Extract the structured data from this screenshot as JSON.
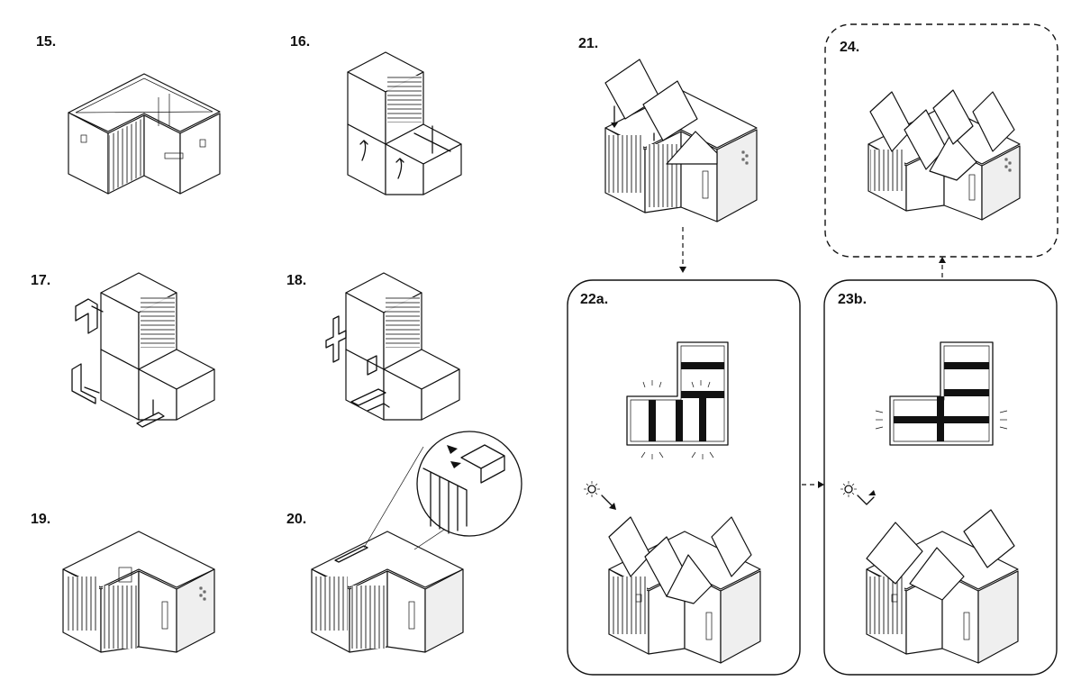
{
  "steps": {
    "s15": "15.",
    "s16": "16.",
    "s17": "17.",
    "s18": "18.",
    "s19": "19.",
    "s20": "20.",
    "s21": "21.",
    "s22a": "22a.",
    "s23b": "23b.",
    "s24": "24."
  },
  "icons": {
    "sun_shading": "sun-with-shading-arrow-icon",
    "sun_reflect": "sun-with-reflect-arrow-icon",
    "detail_zoom": "magnifier-detail-circle"
  },
  "colors": {
    "ink": "#111111",
    "paper": "#ffffff",
    "shade": "#efefef"
  }
}
